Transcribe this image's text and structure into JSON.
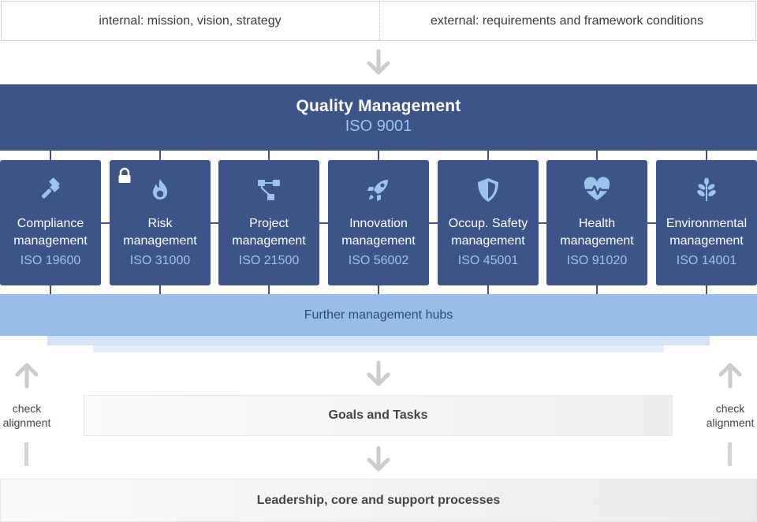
{
  "top": {
    "internal": "internal: mission, vision, strategy",
    "external": "external: requirements and framework conditions"
  },
  "quality": {
    "title": "Quality Management",
    "iso": "ISO 9001"
  },
  "hubs": [
    {
      "name_line1": "Compliance",
      "name_line2": "management",
      "iso": "ISO 19600",
      "icon": "gavel-icon"
    },
    {
      "name_line1": "Risk",
      "name_line2": "management",
      "iso": "ISO 31000",
      "icon": "flame-icon",
      "locked": true
    },
    {
      "name_line1": "Project",
      "name_line2": "management",
      "iso": "ISO 21500",
      "icon": "org-chart-icon"
    },
    {
      "name_line1": "Innovation",
      "name_line2": "management",
      "iso": "ISO 56002",
      "icon": "rocket-icon"
    },
    {
      "name_line1": "Occup. Safety",
      "name_line2": "management",
      "iso": "ISO 45001",
      "icon": "shield-icon"
    },
    {
      "name_line1": "Health",
      "name_line2": "management",
      "iso": "ISO 91020",
      "icon": "heartbeat-icon"
    },
    {
      "name_line1": "Environmental",
      "name_line2": "management",
      "iso": "ISO 14001",
      "icon": "leaf-icon"
    }
  ],
  "further": "Further management hubs",
  "goals": "Goals and Tasks",
  "leadership": "Leadership, core and support processes",
  "check": {
    "left_line1": "check",
    "left_line2": "alignment",
    "right_line1": "check",
    "right_line2": "alignment"
  },
  "colors": {
    "dark_blue": "#3d5489",
    "light_blue": "#98bde6",
    "iso_text": "#9cc3ec",
    "arrow_gray": "#cccccc"
  }
}
